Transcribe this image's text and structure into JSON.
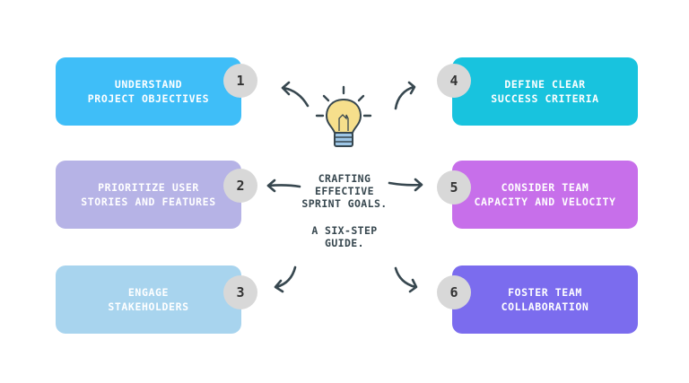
{
  "center": {
    "title": "CRAFTING\nEFFECTIVE\nSPRINT GOALS.",
    "subtitle": "A SIX-STEP\nGUIDE."
  },
  "steps": [
    {
      "number": "1",
      "label": "UNDERSTAND\nPROJECT OBJECTIVES",
      "color": "#3fbef8"
    },
    {
      "number": "2",
      "label": "PRIORITIZE USER\nSTORIES AND FEATURES",
      "color": "#b6b3e6"
    },
    {
      "number": "3",
      "label": "ENGAGE\nSTAKEHOLDERS",
      "color": "#a8d4ee"
    },
    {
      "number": "4",
      "label": "DEFINE CLEAR\nSUCCESS CRITERIA",
      "color": "#18c3de"
    },
    {
      "number": "5",
      "label": "CONSIDER TEAM\nCAPACITY AND VELOCITY",
      "color": "#c76fea"
    },
    {
      "number": "6",
      "label": "FOSTER TEAM\nCOLLABORATION",
      "color": "#7b6cee"
    }
  ],
  "icons": {
    "center": "lightbulb-icon",
    "connectors": "curved-arrow-icon"
  }
}
